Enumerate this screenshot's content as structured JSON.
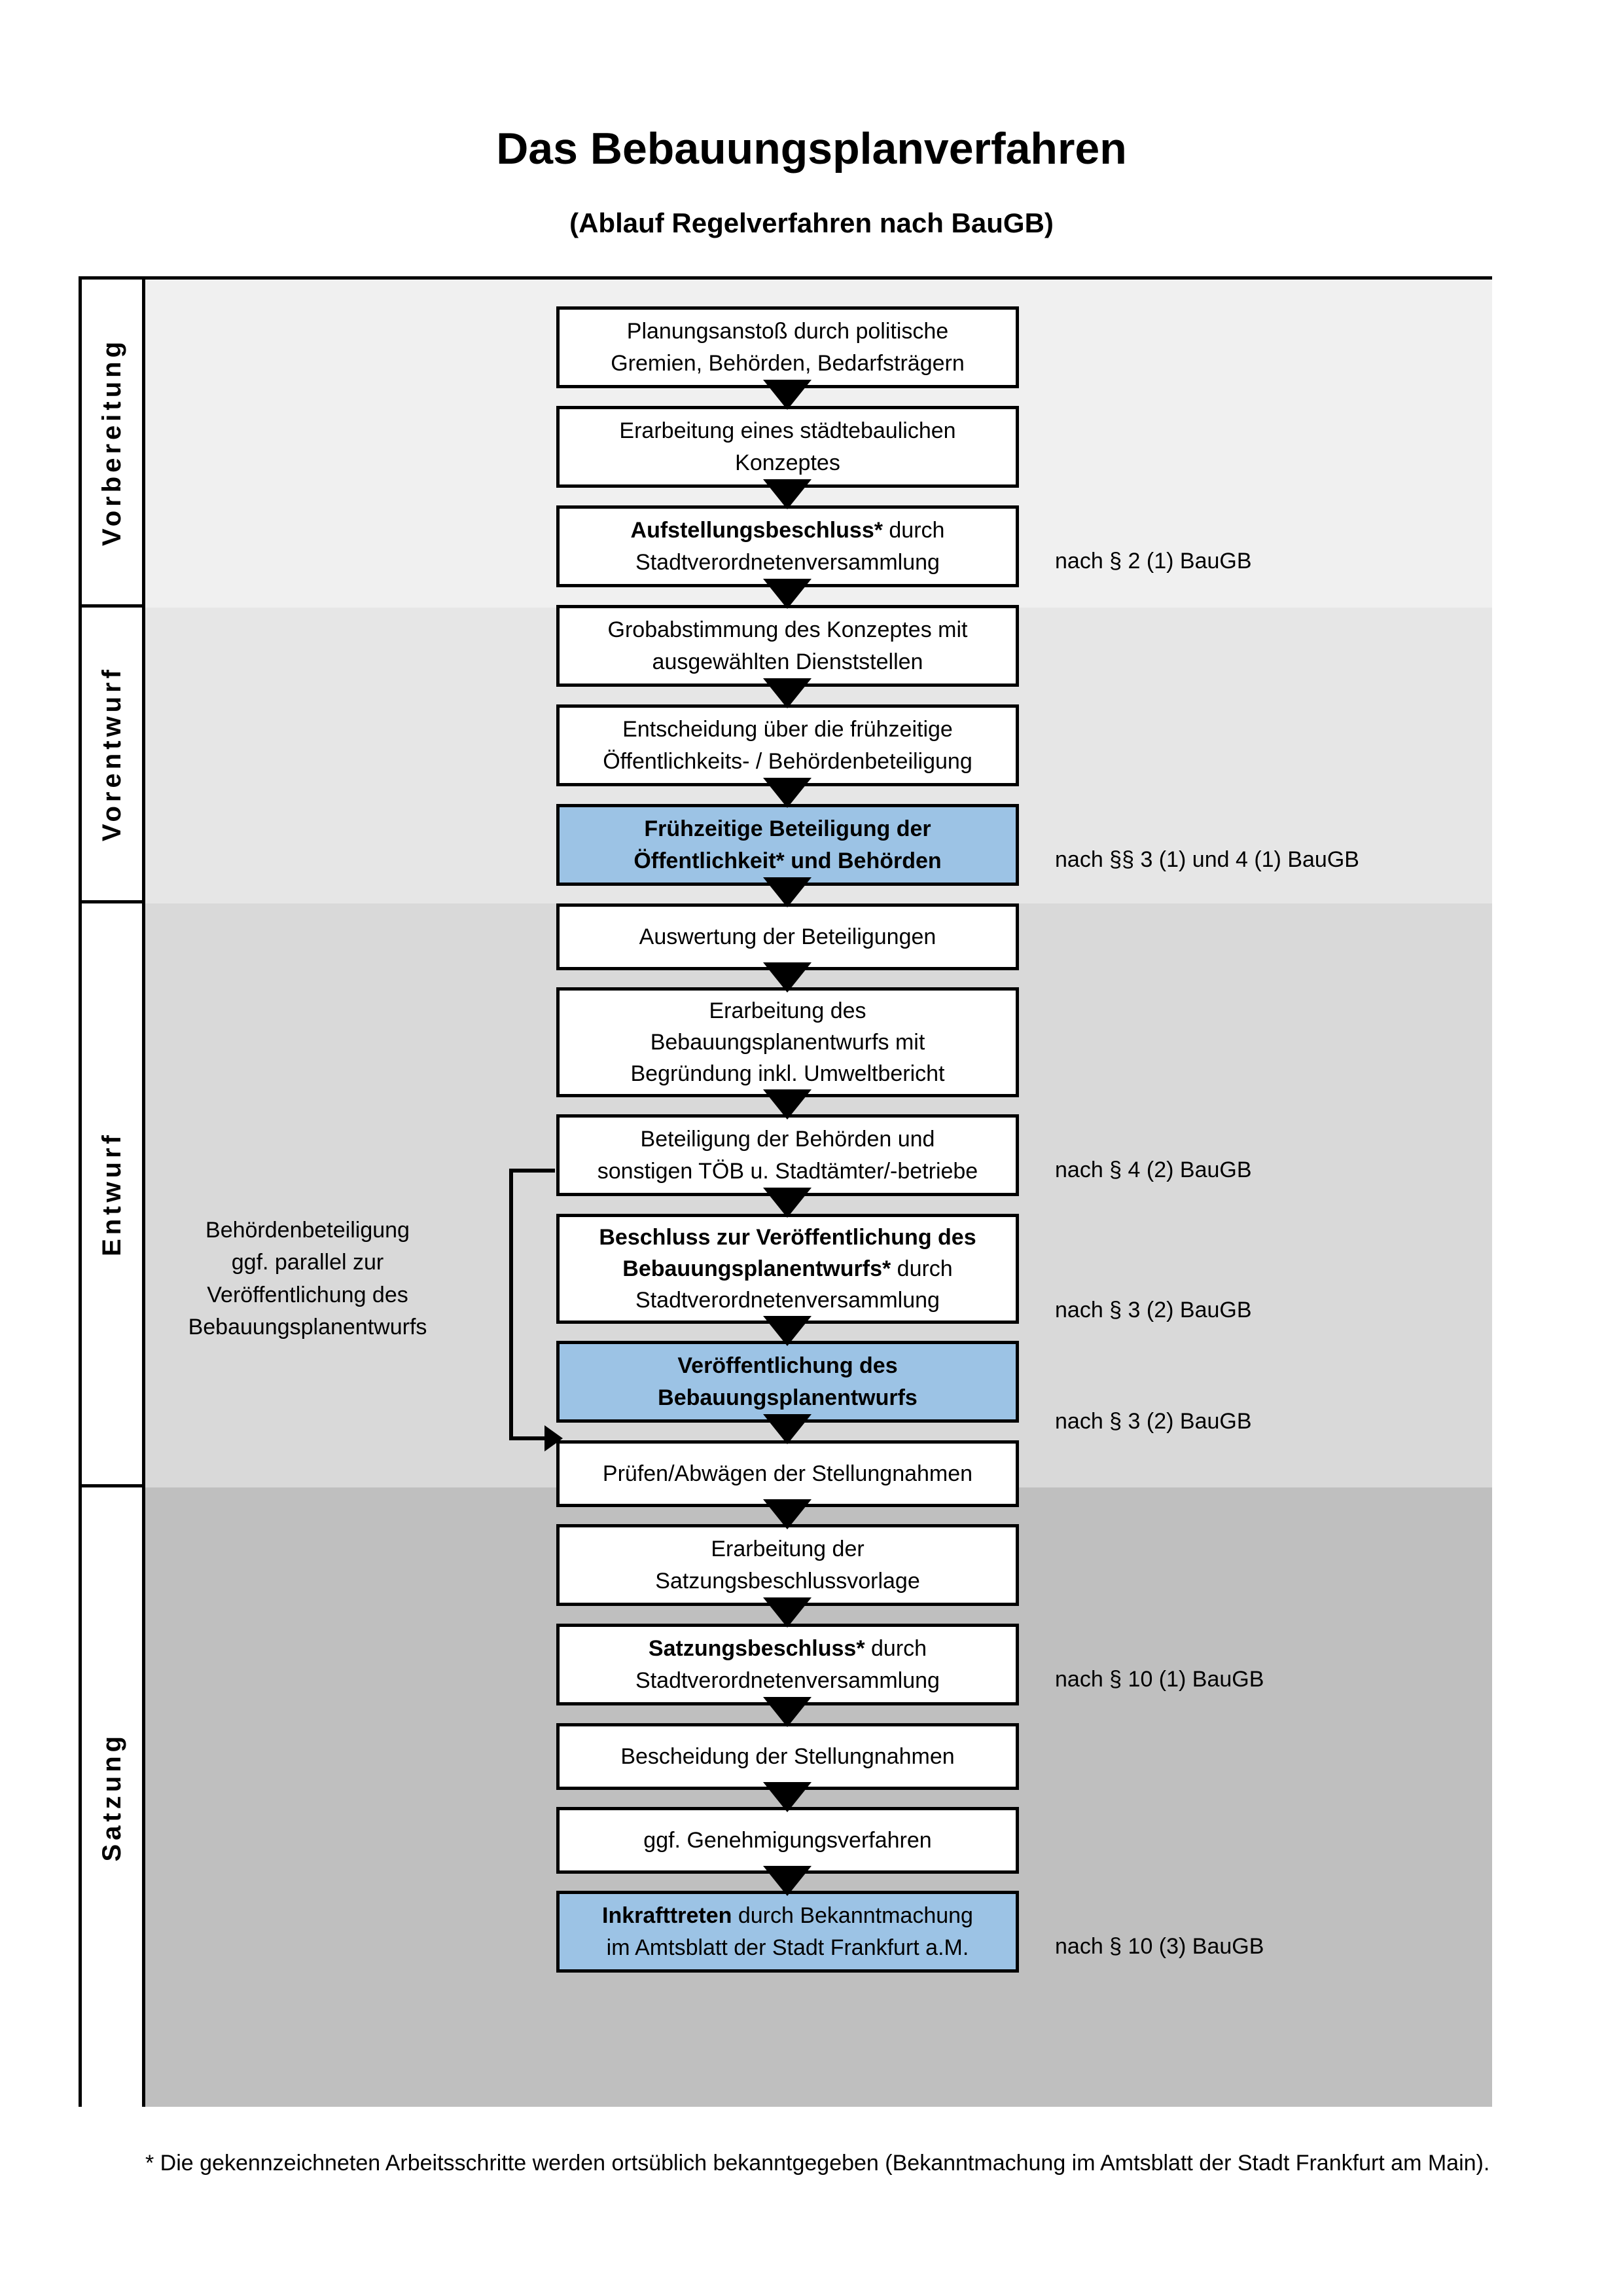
{
  "document": {
    "title": "Das Bebauungsplanverfahren",
    "subtitle": "(Ablauf Regelverfahren nach BauGB)",
    "footnote": "* Die gekennzeichneten Arbeitsschritte werden ortsüblich bekanntgegeben (Bekanntmachung im Amtsblatt  der Stadt Frankfurt am Main)."
  },
  "colors": {
    "highlight_blue": "#9CC3E5",
    "band_vorbereitung": "#F0F0F0",
    "band_vorentwurf": "#E6E6E6",
    "band_entwurf": "#D9D9D9",
    "band_satzung": "#BFBFBF",
    "border": "#000000"
  },
  "phases": [
    {
      "label": "Vorbereitung"
    },
    {
      "label": "Vorentwurf"
    },
    {
      "label": "Entwurf"
    },
    {
      "label": "Satzung"
    }
  ],
  "steps": [
    {
      "id": "planungsanstoss",
      "line1": "Planungsanstoß durch politische",
      "line2": "Gremien, Behörden, Bedarfsträgern",
      "bold": "",
      "highlighted": false
    },
    {
      "id": "konzept",
      "line1": "Erarbeitung eines städtebaulichen",
      "line2": "Konzeptes",
      "bold": "",
      "highlighted": false
    },
    {
      "id": "aufstellungsbeschluss",
      "bold": "Aufstellungsbeschluss*",
      "line1": " durch",
      "line2": "Stadtverordnetenversammlung",
      "highlighted": false
    },
    {
      "id": "grobabstimmung",
      "line1": "Grobabstimmung des Konzeptes mit",
      "line2": "ausgewählten Dienststellen",
      "bold": "",
      "highlighted": false
    },
    {
      "id": "entscheidung-beteiligung",
      "line1": "Entscheidung über die frühzeitige",
      "line2": "Öffentlichkeits- / Behördenbeteiligung",
      "bold": "",
      "highlighted": false
    },
    {
      "id": "fruehzeitige-beteiligung",
      "boldline1": "Frühzeitige Beteiligung der",
      "boldline2": "Öffentlichkeit* und Behörden",
      "highlighted": true
    },
    {
      "id": "auswertung",
      "line1": "Auswertung der Beteiligungen",
      "line2": "",
      "bold": "",
      "highlighted": false
    },
    {
      "id": "erarbeitung-entwurf",
      "line1": "Erarbeitung des",
      "line2": "Bebauungsplanentwurfs mit",
      "line3": "Begründung inkl. Umweltbericht",
      "bold": "",
      "highlighted": false
    },
    {
      "id": "beteiligung-behoerden",
      "line1": "Beteiligung der Behörden und",
      "line2": "sonstigen TÖB u. Stadtämter/-betriebe",
      "bold": "",
      "highlighted": false
    },
    {
      "id": "beschluss-veroeffentlichung",
      "boldline1": "Beschluss zur Veröffentlichung des",
      "boldline2": "Bebauungsplanentwurfs*",
      "line2tail": " durch",
      "line3": "Stadtverordnetenversammlung",
      "highlighted": false
    },
    {
      "id": "veroeffentlichung",
      "boldline1": "Veröffentlichung des",
      "boldline2": "Bebauungsplanentwurfs",
      "highlighted": true
    },
    {
      "id": "pruefen-abwaegen",
      "line1": "Prüfen/Abwägen der Stellungnahmen",
      "line2": "",
      "bold": "",
      "highlighted": false
    },
    {
      "id": "satzungsbeschlussvorlage",
      "line1": "Erarbeitung der",
      "line2": "Satzungsbeschlussvorlage",
      "bold": "",
      "highlighted": false
    },
    {
      "id": "satzungsbeschluss",
      "bold": "Satzungsbeschluss*",
      "line1": " durch",
      "line2": "Stadtverordnetenversammlung",
      "highlighted": false
    },
    {
      "id": "bescheidung",
      "line1": "Bescheidung der Stellungnahmen",
      "line2": "",
      "bold": "",
      "highlighted": false
    },
    {
      "id": "genehmigungsverfahren",
      "line1": "ggf. Genehmigungsverfahren",
      "line2": "",
      "bold": "",
      "highlighted": false
    },
    {
      "id": "inkrafttreten",
      "bold": "Inkrafttreten",
      "line1": " durch Bekanntmachung",
      "line2": "im Amtsblatt der Stadt Frankfurt a.M.",
      "highlighted": true
    }
  ],
  "legal_refs": [
    {
      "id": "ref-par2-1",
      "text": "nach § 2 (1) BauGB"
    },
    {
      "id": "ref-par3-1-4-1",
      "text": "nach §§ 3 (1) und 4 (1) BauGB"
    },
    {
      "id": "ref-par4-2",
      "text": "nach § 4 (2) BauGB"
    },
    {
      "id": "ref-par3-2-a",
      "text": "nach § 3 (2) BauGB"
    },
    {
      "id": "ref-par3-2-b",
      "text": "nach § 3 (2) BauGB"
    },
    {
      "id": "ref-par10-1",
      "text": "nach § 10 (1) BauGB"
    },
    {
      "id": "ref-par10-3",
      "text": "nach § 10 (3) BauGB"
    }
  ],
  "side_note": {
    "line1": "Behördenbeteiligung",
    "line2": "ggf. parallel zur",
    "line3": "Veröffentlichung des",
    "line4": "Bebauungsplanentwurfs"
  }
}
